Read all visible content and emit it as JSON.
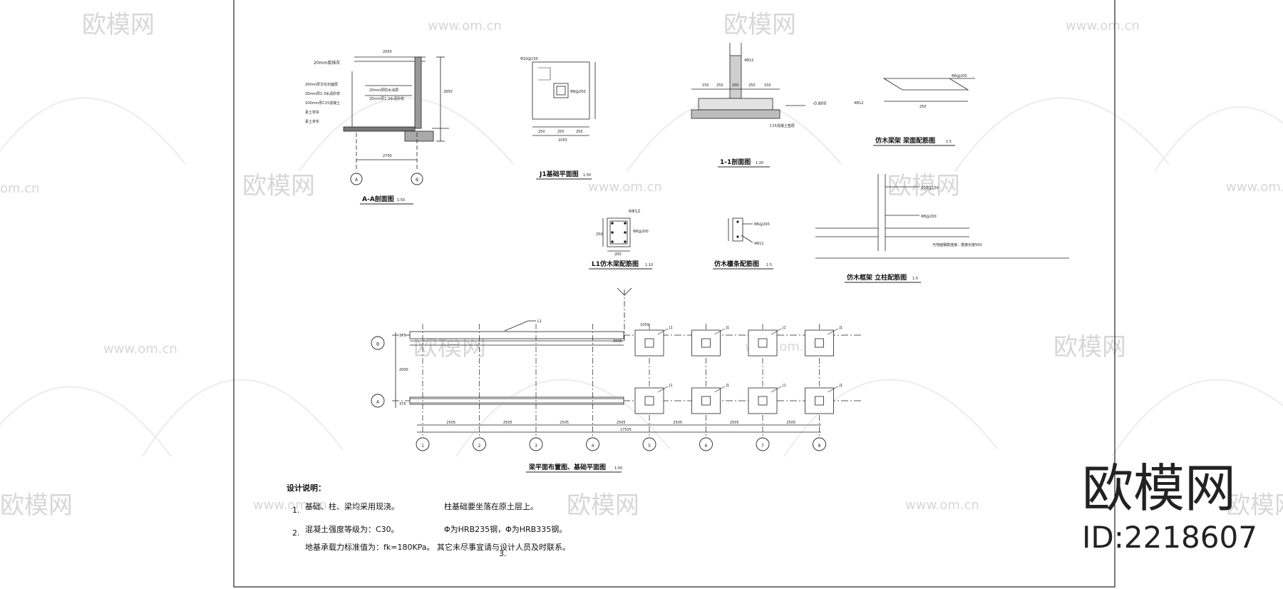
{
  "watermark": {
    "brand": "欧模网",
    "url": "www.om.cn",
    "url_short": "om.cn"
  },
  "drawings": {
    "aa_section": {
      "title": "A-A剖面图",
      "scale": "1:50",
      "top_note": "20mm厚抹灰",
      "layers": [
        "20mm厚文化石面层",
        "20mm厚1:3水泥砂浆",
        "100mm厚C15混凝土",
        "素土夯实",
        "素土夯实"
      ],
      "inner_layers": [
        "20mm厚防水涂层",
        "20mm厚1:3水泥砂浆"
      ],
      "dims": {
        "top": "2050",
        "bottom": "2700",
        "height": "2850"
      },
      "axis_a": "A",
      "axis_b": "B"
    },
    "j1_plan": {
      "title": "J1基础平面图",
      "scale": "1:50",
      "note1": "Φ10@150",
      "note2": "Φ8@200",
      "dims": [
        "250",
        "250",
        "250"
      ],
      "total": "1050"
    },
    "section_11": {
      "title": "1-1剖面图",
      "scale": "1:20",
      "elev": "-0.800",
      "note": "C15混凝土垫层",
      "note2": "4Φ12",
      "dims": [
        "150",
        "250",
        "200",
        "250",
        "150"
      ]
    },
    "beam_rebar": {
      "title": "仿木梁架 梁面配筋图",
      "scale": "1:5",
      "note1": "Φ6@200",
      "note2": "4Φ12",
      "dim": "250"
    },
    "l1_rebar": {
      "title": "L1仿木梁配筋图",
      "scale": "1:10",
      "label": "6Φ12",
      "note": "Φ8@200",
      "dim_w": "200",
      "dim_h": "250"
    },
    "purlin_rebar": {
      "title": "仿木檩条配筋图",
      "scale": "1:5",
      "note1": "Φ6@200",
      "note2": "4Φ12"
    },
    "column_rebar": {
      "title": "仿木框架 立柱配筋图",
      "scale": "1:5",
      "note1": "Φ10@150",
      "note2": "Φ8@200",
      "note3": "与地面钢筋连接，搭接长度500"
    },
    "plan": {
      "title": "梁平面布置图、基础平面图",
      "scale": "1:50",
      "beam_label": "L1",
      "footing_label": "J1",
      "axes_num": [
        "1",
        "2",
        "3",
        "4",
        "5",
        "6",
        "7",
        "8"
      ],
      "axes_letter": [
        "B",
        "A"
      ],
      "spans": [
        "2505",
        "2505",
        "2505",
        "2505",
        "2505",
        "2505",
        "2505"
      ],
      "total": "17535",
      "footing_dim": "1050",
      "gap_label": "2000",
      "left_dims": [
        "375",
        "2000",
        "375"
      ]
    }
  },
  "notes": {
    "heading": "设计说明：",
    "numbers": [
      "1.",
      "2.",
      "3."
    ],
    "line1a": "基础、柱、梁均采用现浇。",
    "line1b": "柱基础要坐落在原土层上。",
    "line2a": "混凝土强度等级为：C30。",
    "line2b": "Φ为HRB235钢，Φ为HRB335钢。",
    "line3": "地基承载力标准值为：fk=180KPa。 其它未尽事宜请与设计人员及时联系。"
  },
  "brand_block": {
    "name": "欧模网",
    "id": "ID:2218607"
  }
}
